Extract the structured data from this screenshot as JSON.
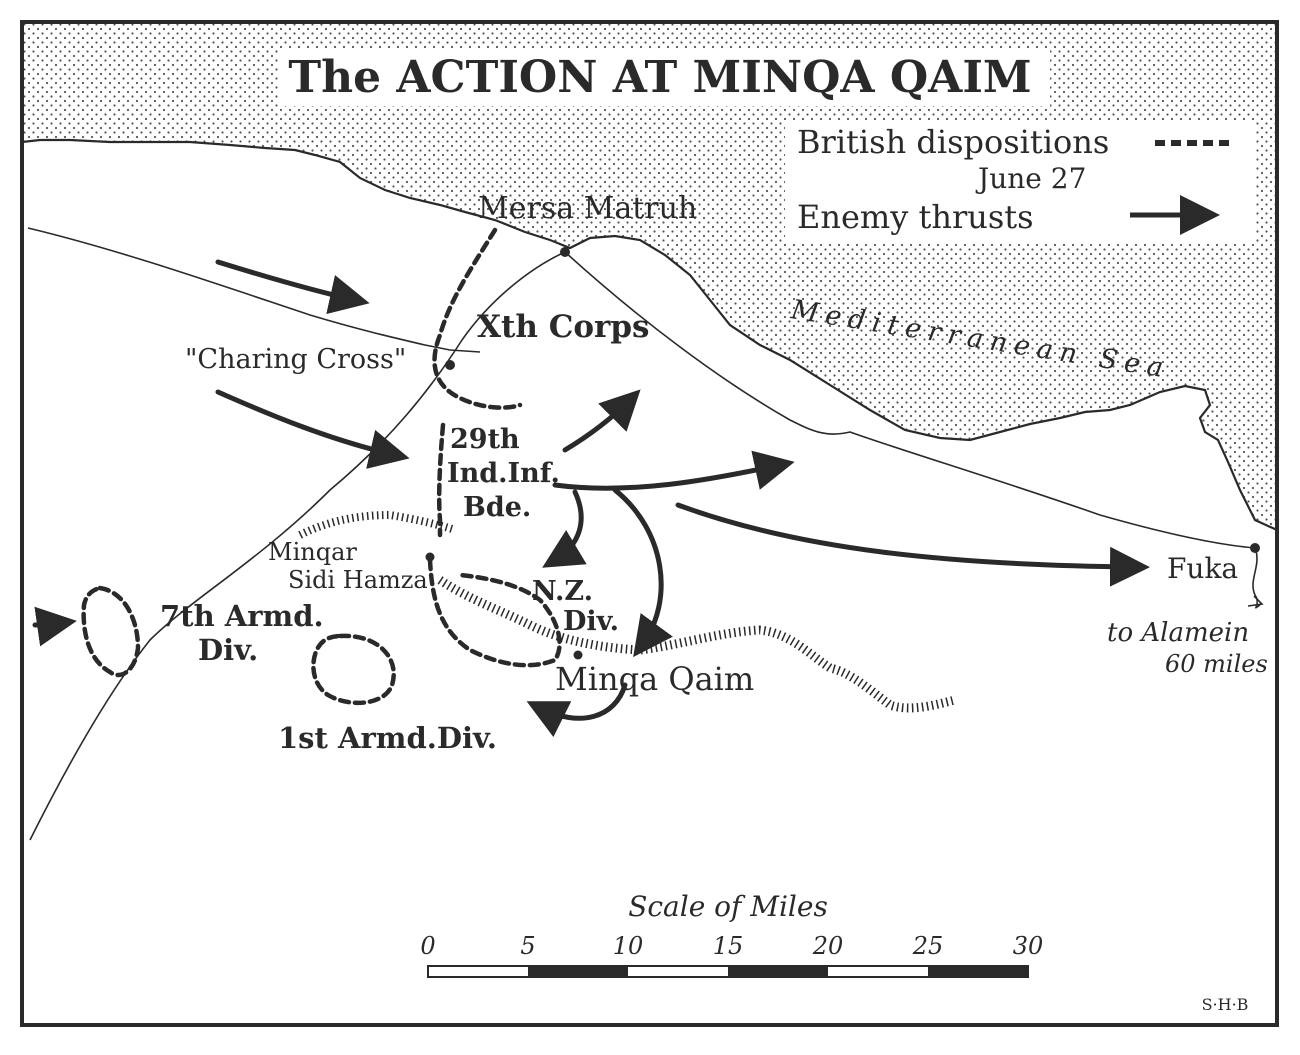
{
  "map": {
    "title": "The ACTION AT MINQA QAIM",
    "legend": {
      "british_label_line1": "British dispositions",
      "british_label_line2": "June 27",
      "enemy_label": "Enemy thrusts"
    },
    "places": {
      "mersa_matruh": "Mersa Matruh",
      "charing_cross": "\"Charing Cross\"",
      "minqar_line1": "Minqar",
      "minqar_line2": "Sidi Hamza",
      "minqa_qaim": "Minqa Qaim",
      "fuka": "Fuka",
      "to_alamein_line1": "to Alamein",
      "to_alamein_line2": "60 miles",
      "sea": "Mediterranean Sea"
    },
    "units": {
      "x_corps": "Xth Corps",
      "ind_bde_line1": "29th",
      "ind_bde_line2": "Ind.Inf.",
      "ind_bde_line3": "Bde.",
      "nz_line1": "N.Z.",
      "nz_line2": "Div.",
      "armd7_line1": "7th Armd.",
      "armd7_line2": "Div.",
      "armd1": "1st Armd.Div."
    },
    "scale": {
      "title": "Scale of Miles",
      "ticks": [
        "0",
        "5",
        "10",
        "15",
        "20",
        "25",
        "30"
      ]
    },
    "signature": "S·H·B",
    "colors": {
      "ink": "#2a2a2a",
      "sea_dots": "#555555",
      "paper": "#ffffff"
    }
  }
}
